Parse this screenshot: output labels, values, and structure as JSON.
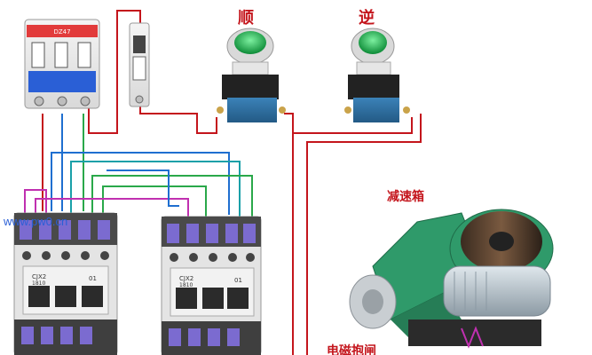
{
  "labels": {
    "forward": "顺",
    "reverse": "逆",
    "gearbox": "减速箱",
    "brake": "电磁抱闸",
    "watermark": "www.pw0.cn"
  },
  "contactor_left": {
    "model": "CJX2",
    "series": "1810",
    "aux": "01"
  },
  "contactor_right": {
    "model": "CJX2",
    "series": "1810",
    "aux": "01"
  },
  "breaker": {
    "brand": "DZ47"
  },
  "colors": {
    "wire_red": "#c4151c",
    "wire_blue": "#1f6fd0",
    "wire_green": "#2aa84a",
    "wire_magenta": "#c030b0",
    "wire_teal": "#1aa0a8",
    "button_green": "#19b34a",
    "button_body": "#2f6e9c",
    "gearbox_green": "#2f9a6a",
    "motor_grey": "#b8c4cc"
  }
}
